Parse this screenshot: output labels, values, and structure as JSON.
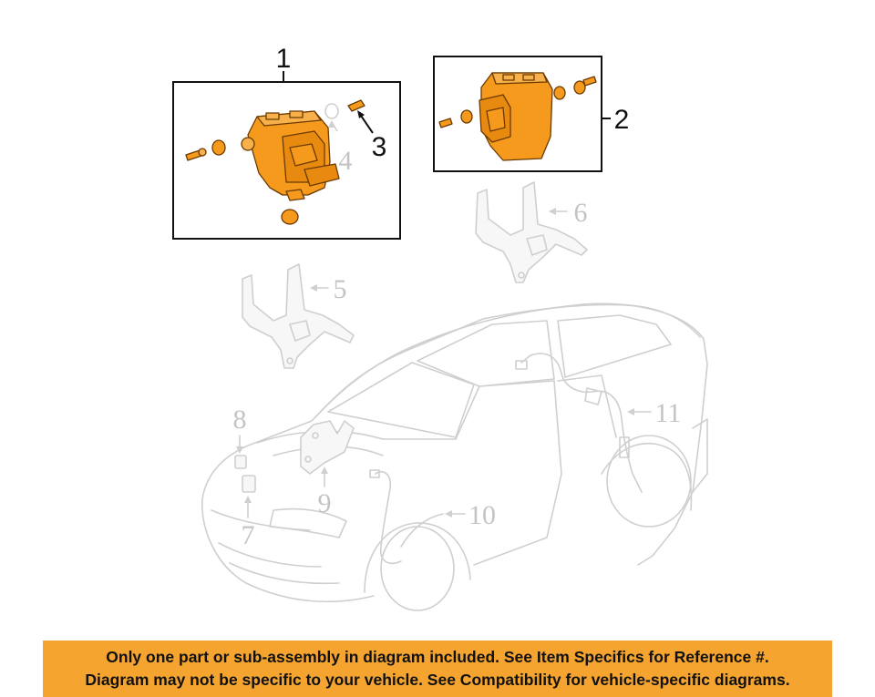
{
  "callouts": {
    "c1": "1",
    "c2": "2",
    "c3": "3",
    "c4": "4",
    "c5": "5",
    "c6": "6",
    "c7": "7",
    "c8": "8",
    "c9": "9",
    "c10": "10",
    "c11": "11"
  },
  "notice": {
    "line1": "Only one part or sub-assembly in diagram included. See Item Specifics for Reference #.",
    "line2": "Diagram may not be specific to your vehicle. See Compatibility for vehicle-specific diagrams."
  },
  "colors": {
    "part_orange": "#f59a1c",
    "banner_orange": "#f5a430",
    "ghost_gray": "#cfcfcf"
  }
}
